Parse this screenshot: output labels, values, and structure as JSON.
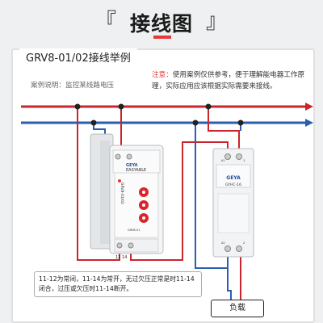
{
  "header": {
    "title": "接线图",
    "left_bracket": "『",
    "right_bracket": "』"
  },
  "card": {
    "tab_title": "GRV8-01/02接线举例",
    "note_label": "注意：",
    "note_text": "使用案例仅供参考，便于理解能电器工作原理，实际应用应该根据实际需要来接线。",
    "case_label": "案例说明：监控某线路电压",
    "description": "11-12为常闭，11-14为常开，无过欠压正常是时11-14闭合，过压或欠压时11-14断开。",
    "load_label": "负载"
  },
  "relay": {
    "brand": "GEYA",
    "label": "EASYABLE",
    "model_vertical": "GRV8-01/02",
    "model_small": "GRV8-01",
    "bottom_terminals": "11   14"
  },
  "contactor": {
    "brand": "GEYA",
    "model": "GYHC-16",
    "terminal_top_left": "A1",
    "terminal_top_right": "1",
    "terminal_bottom_left": "A2",
    "terminal_bottom_right": "2"
  },
  "colors": {
    "phase_wire": "#c8262c",
    "neutral_wire": "#2a5fb0",
    "accent": "#e5393c"
  }
}
